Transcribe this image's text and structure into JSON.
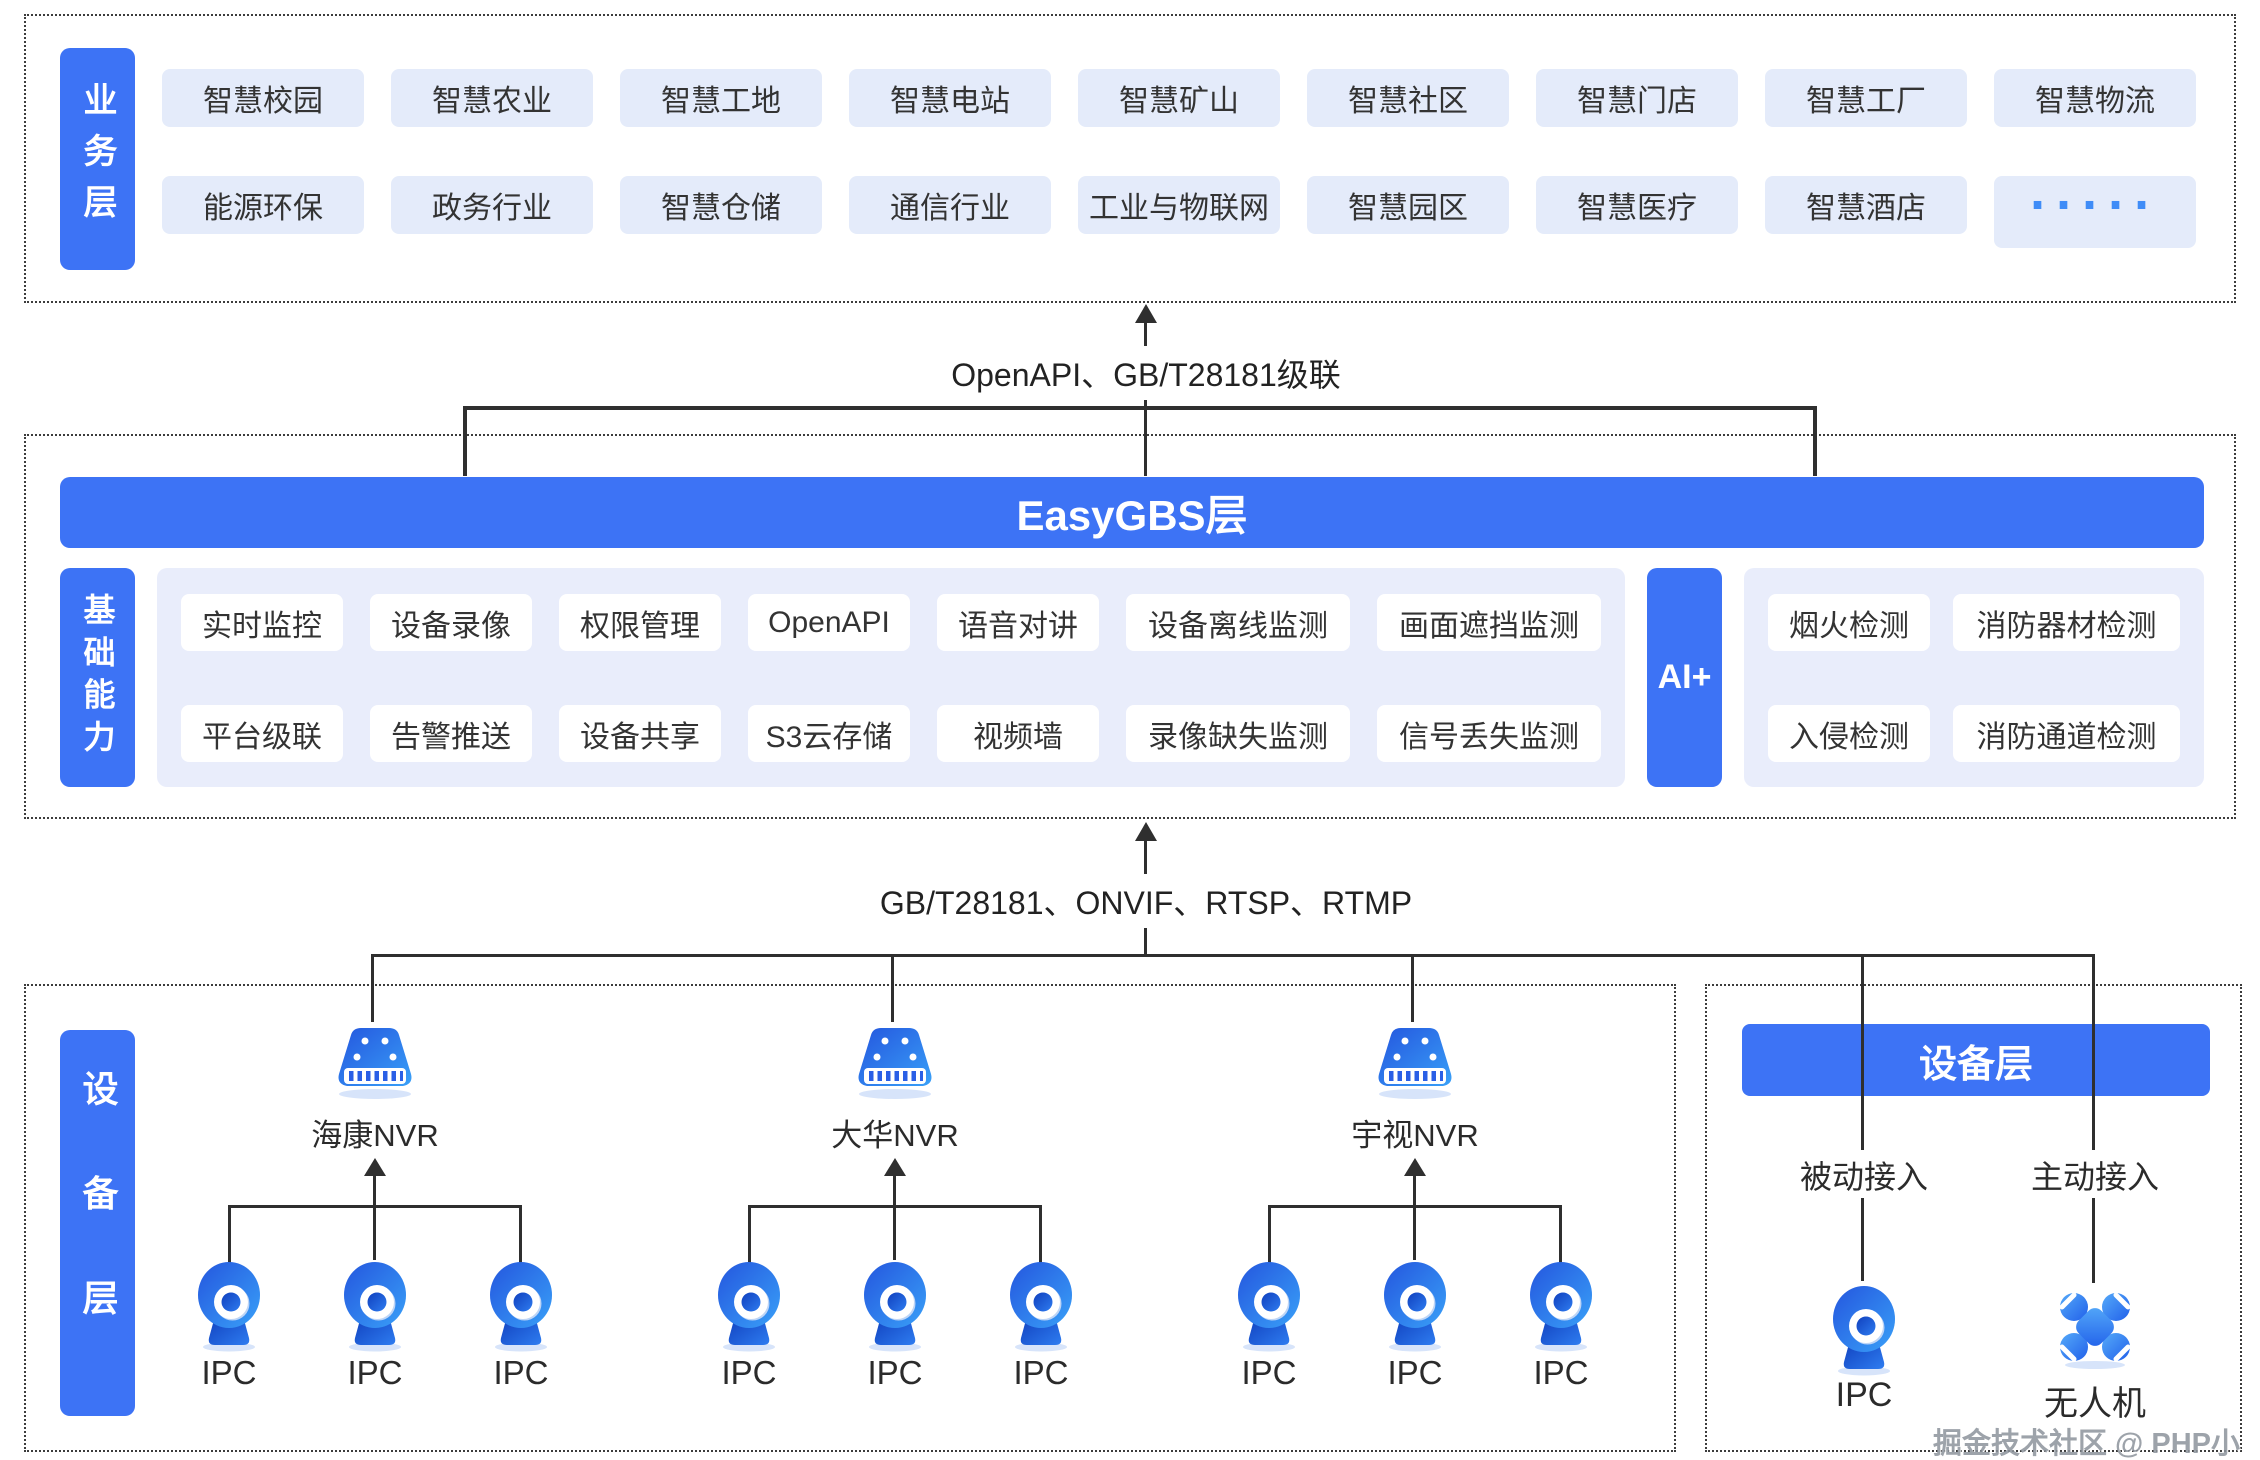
{
  "business": {
    "layer_label": "业务层",
    "row1": [
      "智慧校园",
      "智慧农业",
      "智慧工地",
      "智慧电站",
      "智慧矿山",
      "智慧社区",
      "智慧门店",
      "智慧工厂",
      "智慧物流"
    ],
    "row2": [
      "能源环保",
      "政务行业",
      "智慧仓储",
      "通信行业",
      "工业与物联网",
      "智慧园区",
      "智慧医疗",
      "智慧酒店"
    ],
    "more_label": "·····"
  },
  "top_connector": {
    "label": "OpenAPI、GB/T28181级联"
  },
  "easygbs": {
    "bar_label": "EasyGBS层",
    "capability_label": "基础能力",
    "capabilities_row1": [
      "实时监控",
      "设备录像",
      "权限管理",
      "OpenAPI",
      "语音对讲",
      "设备离线监测",
      "画面遮挡监测"
    ],
    "capabilities_row2": [
      "平台级联",
      "告警推送",
      "设备共享",
      "S3云存储",
      "视频墙",
      "录像缺失监测",
      "信号丢失监测"
    ],
    "ai_label": "AI+",
    "ai_row1": [
      "烟火检测",
      "消防器材检测"
    ],
    "ai_row2": [
      "入侵检测",
      "消防通道检测"
    ]
  },
  "bottom_connector": {
    "label": "GB/T28181、ONVIF、RTSP、RTMP"
  },
  "device_layer": {
    "layer_label": "设备层",
    "nvr_groups": [
      {
        "name": "海康NVR",
        "cameras": [
          "IPC",
          "IPC",
          "IPC"
        ]
      },
      {
        "name": "大华NVR",
        "cameras": [
          "IPC",
          "IPC",
          "IPC"
        ]
      },
      {
        "name": "宇视NVR",
        "cameras": [
          "IPC",
          "IPC",
          "IPC"
        ]
      }
    ],
    "right_panel": {
      "header_label": "设备层",
      "passive_label": "被动接入",
      "active_label": "主动接入",
      "ipc_label": "IPC",
      "drone_label": "无人机"
    }
  },
  "watermark": "掘金技术社区 @ PHP小鱼仔",
  "colors": {
    "primary": "#3D73F5",
    "business_box": "#E4EBFA",
    "panel": "#E9EDFB",
    "line": "#2F2F2F",
    "text": "#333333",
    "dots": "#3F8CF7"
  }
}
